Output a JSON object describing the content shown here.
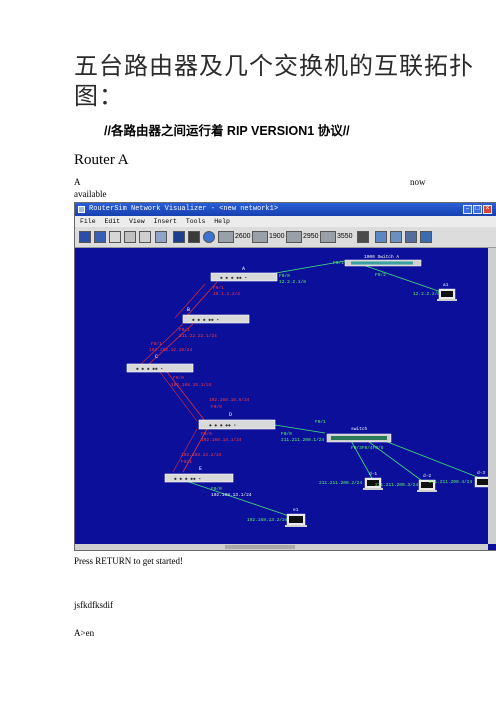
{
  "doc": {
    "title": "五台路由器及几个交换机的互联拓扑图：",
    "subtitle": "//各路由器之间运行着 RIP VERSION1 协议//",
    "heading": "Router A",
    "caption_left": "A",
    "caption_right": "now",
    "caption_next": "available",
    "line1": "Press RETURN to get started!",
    "line2": "jsfkdfksdif",
    "line3": "A>en"
  },
  "app": {
    "title": "RouterSim Network Visualizer - <new network1>",
    "menu": [
      "File",
      "Edit",
      "View",
      "Insert",
      "Tools",
      "Help"
    ],
    "toolbar_labels": [
      "2600",
      "1900",
      "2950",
      "3550"
    ]
  },
  "diagram": {
    "routers": [
      {
        "name": "A",
        "ip_left1": "F0/1",
        "ip_left2": "19.1.1.2/4",
        "ip_right1": "F0/0",
        "ip_right2": "12.2.2.1/8"
      },
      {
        "name": "B",
        "ip1": "F0/1",
        "ip2": "211.22.22.1/24"
      },
      {
        "name": "C",
        "ip1": "F0/1",
        "ip2": "192.168.12.16/24",
        "ip3": "F0/0",
        "ip4": "192.168.15.1/24"
      },
      {
        "name": "D",
        "ip1": "192.168.16.6/24",
        "ip2": "F0/0",
        "ip3": "F0/0",
        "ip4": "192.168.14.1/24",
        "ip5": "F0/0",
        "ip6": "211.211.200.1/24"
      },
      {
        "name": "E",
        "ip1": "192.168.14.2/24",
        "ip2": "F0/1",
        "ip3": "F0/0",
        "ip4": "192.168.13.1/24"
      }
    ],
    "switches": [
      {
        "name": "1900 Switch A",
        "port1": "F0/1",
        "port2": "F0/2"
      },
      {
        "name": "switch",
        "port1": "F0/1",
        "port2": "F0/3F0/4F0/5"
      }
    ],
    "hosts": [
      {
        "name": "a1",
        "ip": "12.2.2.2/8"
      },
      {
        "name": "e1",
        "ip": "192.168.13.2/24"
      },
      {
        "name": "d-1",
        "ip": "211.211.200.2/24"
      },
      {
        "name": "d-2",
        "ip": "211.211.200.3/24"
      },
      {
        "name": "d-3",
        "ip": "211.211.200.4/24"
      }
    ]
  },
  "colors": {
    "canvas": "#0b0f9a",
    "link_red": "#e0303a",
    "link_green": "#3ee07a",
    "label_red": "#ff3d3d",
    "label_green": "#5cff66"
  }
}
